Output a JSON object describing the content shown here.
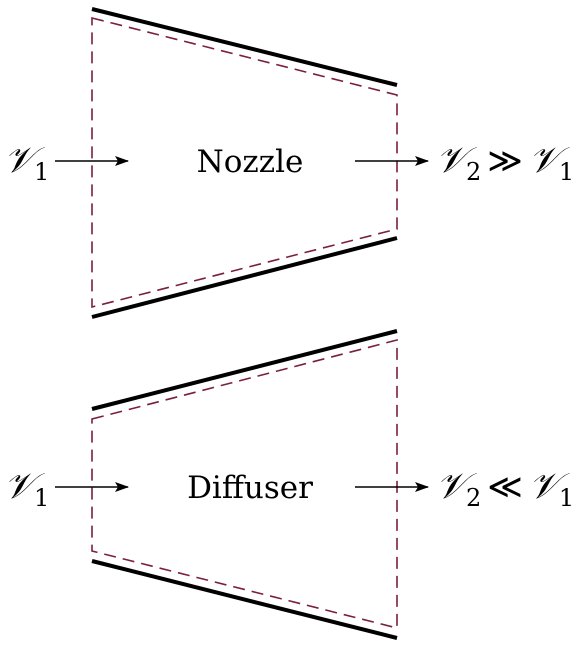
{
  "colors": {
    "wall": "#000000",
    "control_volume": "#7a1f3d",
    "arrow": "#000000",
    "text": "#000000"
  },
  "nozzle": {
    "label": "Nozzle",
    "inlet": {
      "symbol": "𝒱",
      "subscript": "1"
    },
    "outlet": {
      "symbol": "𝒱",
      "subscript": "2",
      "relation": "≫",
      "compare_symbol": "𝒱",
      "compare_subscript": "1"
    }
  },
  "diffuser": {
    "label": "Diffuser",
    "inlet": {
      "symbol": "𝒱",
      "subscript": "1"
    },
    "outlet": {
      "symbol": "𝒱",
      "subscript": "2",
      "relation": "≪",
      "compare_symbol": "𝒱",
      "compare_subscript": "1"
    }
  }
}
